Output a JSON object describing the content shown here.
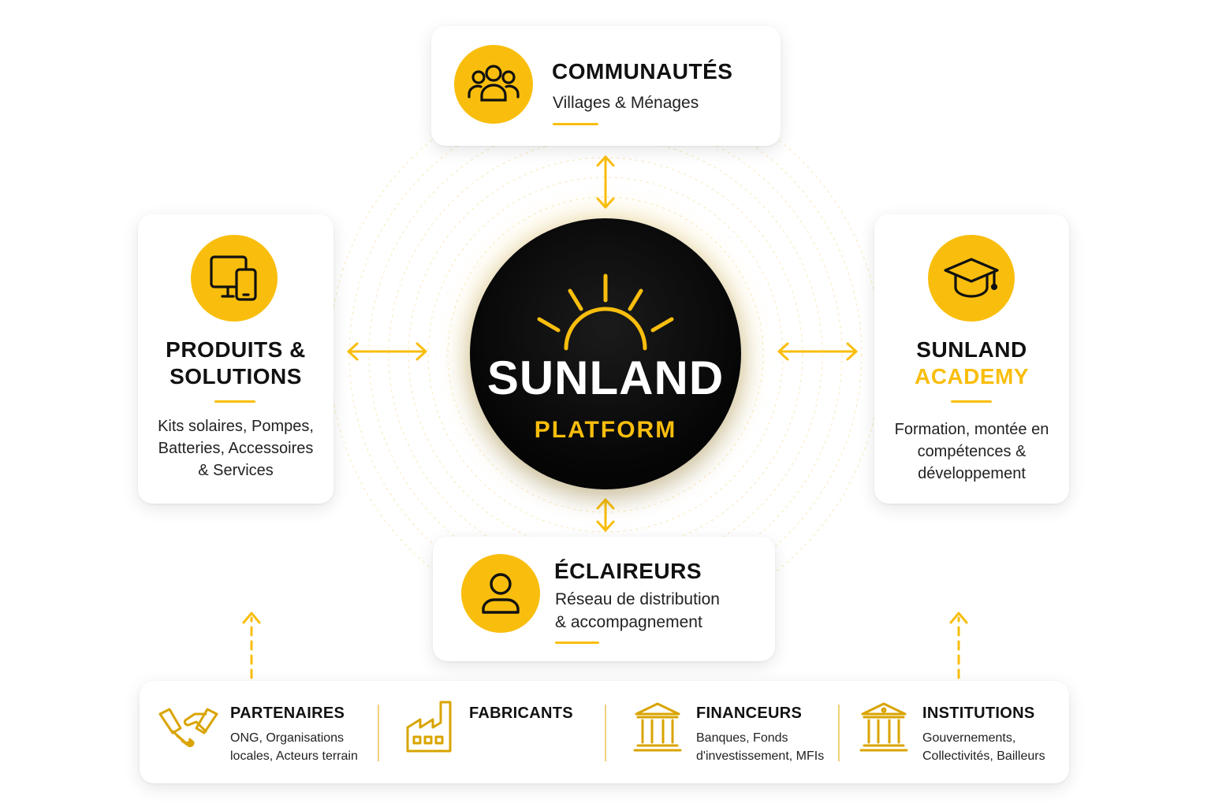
{
  "communautes": {
    "title": "COMMUNAUTÉS",
    "subtitle": "Villages & Ménages",
    "icon": "people-group-icon"
  },
  "produits": {
    "title_line1": "PRODUITS &",
    "title_line2": "SOLUTIONS",
    "desc_line1": "Kits solaires, Pompes,",
    "desc_line2": "Batteries, Accessoires",
    "desc_line3": "& Services",
    "icon": "devices-icon"
  },
  "academy": {
    "title_line1": "SUNLAND",
    "title_line2": "ACADEMY",
    "desc_line1": "Formation, montée en",
    "desc_line2": "compétences &",
    "desc_line3": "développement",
    "icon": "graduation-cap-icon"
  },
  "eclaireurs": {
    "title": "ÉCLAIREURS",
    "subtitle_line1": "Réseau de distribution",
    "subtitle_line2": "& accompagnement",
    "icon": "user-icon"
  },
  "center": {
    "brand": "SUNLAND",
    "platform": "PLATFORM",
    "icon": "sun-icon"
  },
  "strip": [
    {
      "title": "PARTENAIRES",
      "desc_line1": "ONG, Organisations",
      "desc_line2": "locales, Acteurs terrain",
      "icon": "handshake-icon"
    },
    {
      "title": "FABRICANTS",
      "desc_line1": "",
      "desc_line2": "",
      "icon": "factory-icon"
    },
    {
      "title": "FINANCEURS",
      "desc_line1": "Banques, Fonds",
      "desc_line2": "d'investissement, MFIs",
      "icon": "bank-icon"
    },
    {
      "title": "INSTITUTIONS",
      "desc_line1": "Gouvernements,",
      "desc_line2": "Collectivités, Bailleurs",
      "icon": "institution-icon"
    }
  ],
  "colors": {
    "accent": "#F9BE0D",
    "dark": "#0A0A0A",
    "text": "#111111",
    "card": "#FFFFFF"
  }
}
